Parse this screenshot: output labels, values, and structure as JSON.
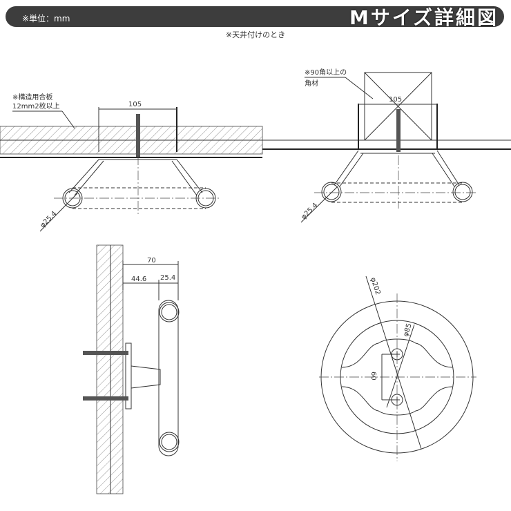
{
  "header": {
    "unit": "※単位：mm",
    "title": "Mサイズ詳細図"
  },
  "note": "※天井付けのとき",
  "ceiling_plywood": {
    "note_line1": "※構造用合板",
    "note_line2": "12mm2枚以上",
    "width": "105",
    "pipe_dia": "φ25.4"
  },
  "ceiling_joist": {
    "note_line1": "※90角以上の",
    "note_line2": "角材",
    "width": "105",
    "pipe_dia": "φ25.4"
  },
  "side_view": {
    "depth": "70",
    "offset": "44.6",
    "pipe": "25.4"
  },
  "base_plate": {
    "outer_dia": "φ202",
    "inner_dia": "φ85",
    "hole_pitch": "60"
  }
}
